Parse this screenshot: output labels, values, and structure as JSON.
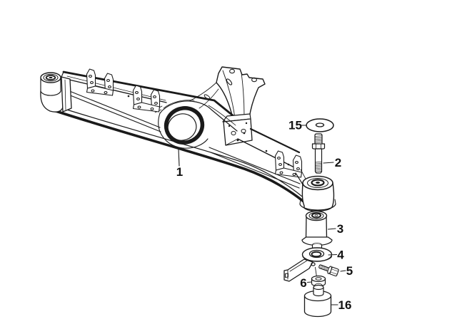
{
  "diagram": {
    "background_color": "#ffffff",
    "line_color": "#1a1a1a",
    "callouts": [
      {
        "label": "1"
      },
      {
        "label": "2"
      },
      {
        "label": "3"
      },
      {
        "label": "4"
      },
      {
        "label": "5"
      },
      {
        "label": "6"
      },
      {
        "label": "15"
      },
      {
        "label": "16"
      }
    ]
  }
}
